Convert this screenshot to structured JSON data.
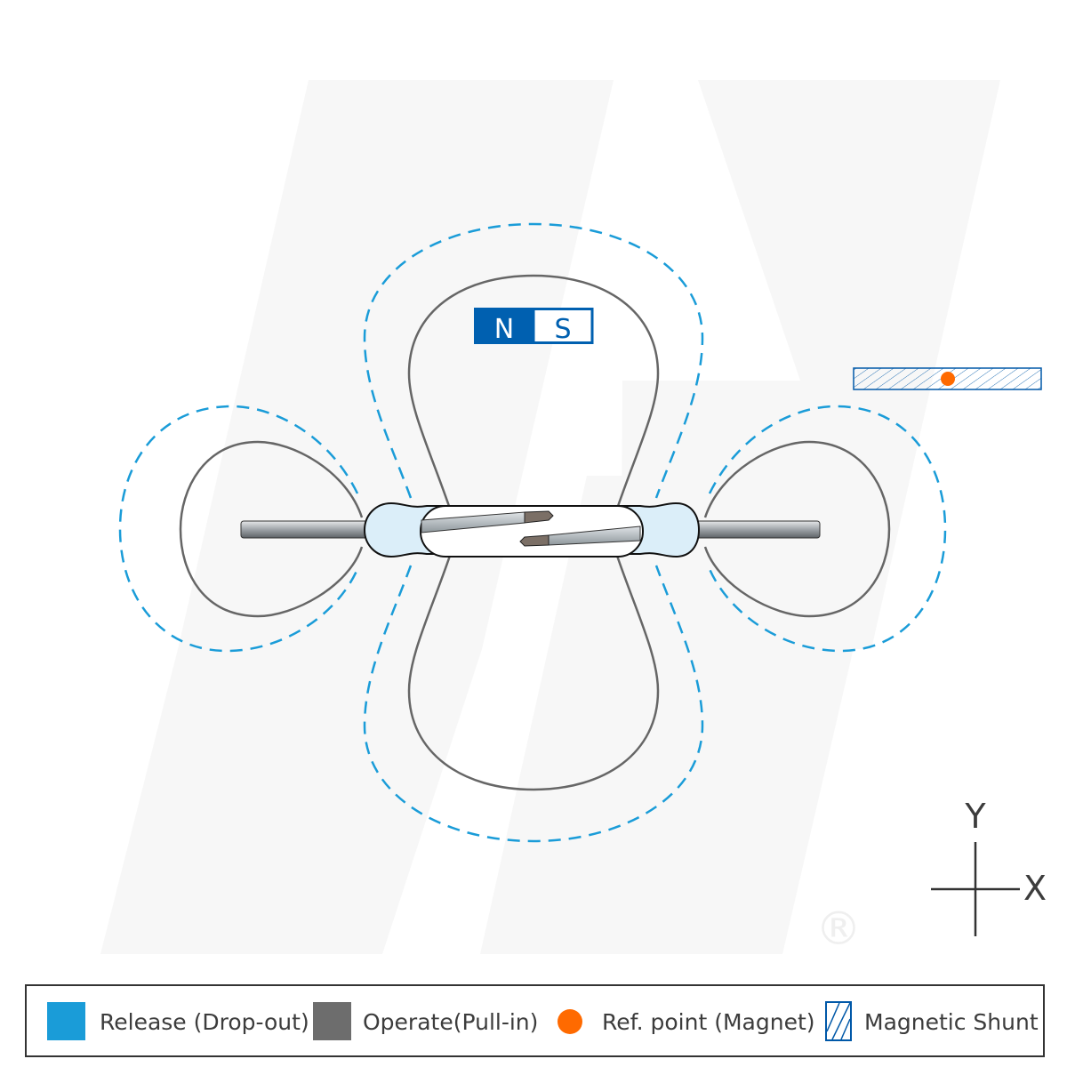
{
  "magnet": {
    "north_label": "N",
    "south_label": "S"
  },
  "axes": {
    "y_label": "Y",
    "x_label": "X"
  },
  "watermark": {
    "registered_mark": "®"
  },
  "legend": {
    "items": [
      {
        "label": "Release (Drop-out)",
        "color": "#1a9cd8"
      },
      {
        "label": "Operate(Pull-in)",
        "color": "#6d6d6d"
      },
      {
        "label": "Ref. point (Magnet)",
        "color": "#ff6a00"
      },
      {
        "label": "Magnetic Shunt",
        "color": "#0058a8"
      }
    ]
  }
}
